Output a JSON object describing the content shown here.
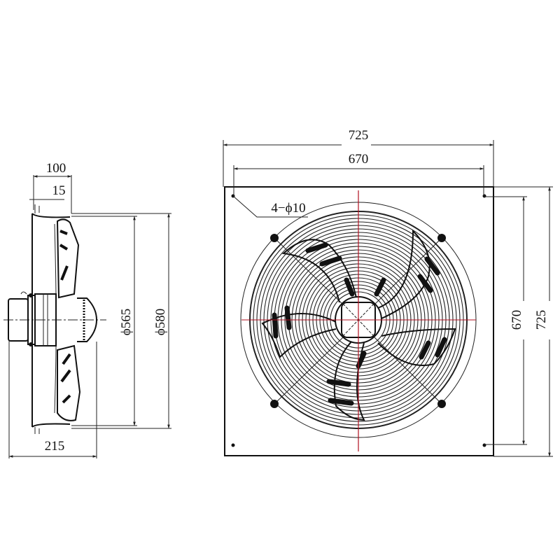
{
  "side_view": {
    "dim_depth_total": "100",
    "dim_flange": "15",
    "dim_overall_length": "215",
    "dim_inner_diameter": "ϕ565",
    "dim_outer_diameter": "ϕ580"
  },
  "front_view": {
    "dim_plate_width": "725",
    "dim_hole_spacing_width": "670",
    "dim_hole_spacing_height": "670",
    "dim_plate_height": "725",
    "hole_callout": "4−ϕ10"
  },
  "colors": {
    "line": "#111111",
    "centerline": "#b01020"
  }
}
